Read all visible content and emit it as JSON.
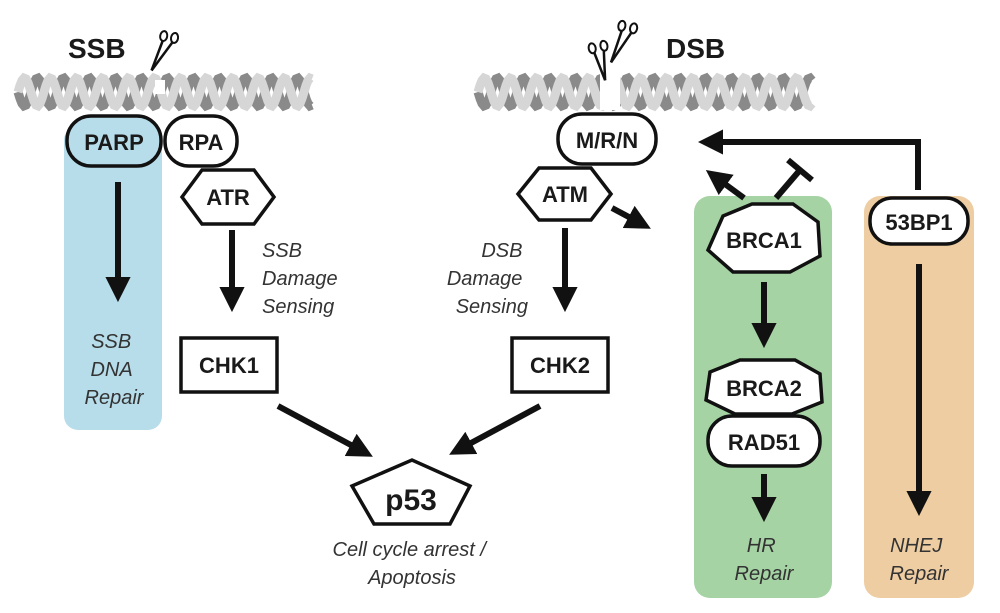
{
  "colors": {
    "ssb_panel": "#b7dcea",
    "hr_panel": "#a6d3a4",
    "nhej_panel": "#eecda3",
    "stroke": "#111111",
    "dna_light": "#d6d6d6",
    "dna_dark": "#8a8a8a"
  },
  "ssb": {
    "title": "SSB",
    "parp": "PARP",
    "rpa": "RPA",
    "atr": "ATR",
    "sensing": [
      "SSB",
      "Damage",
      "Sensing"
    ],
    "chk1": "CHK1",
    "repair": [
      "SSB",
      "DNA",
      "Repair"
    ]
  },
  "dsb": {
    "title": "DSB",
    "mrn": "M/R/N",
    "atm": "ATM",
    "sensing": [
      "DSB",
      "Damage",
      "Sensing"
    ],
    "chk2": "CHK2",
    "brca1": "BRCA1",
    "brca2": "BRCA2",
    "rad51": "RAD51",
    "hr_repair": [
      "HR",
      "Repair"
    ],
    "bp53": "53BP1",
    "nhej_repair": [
      "NHEJ",
      "Repair"
    ]
  },
  "p53": {
    "label": "p53",
    "outcome": [
      "Cell cycle arrest /",
      "Apoptosis"
    ]
  },
  "icons": [
    "dna-helix-icon",
    "scissors-icon"
  ]
}
